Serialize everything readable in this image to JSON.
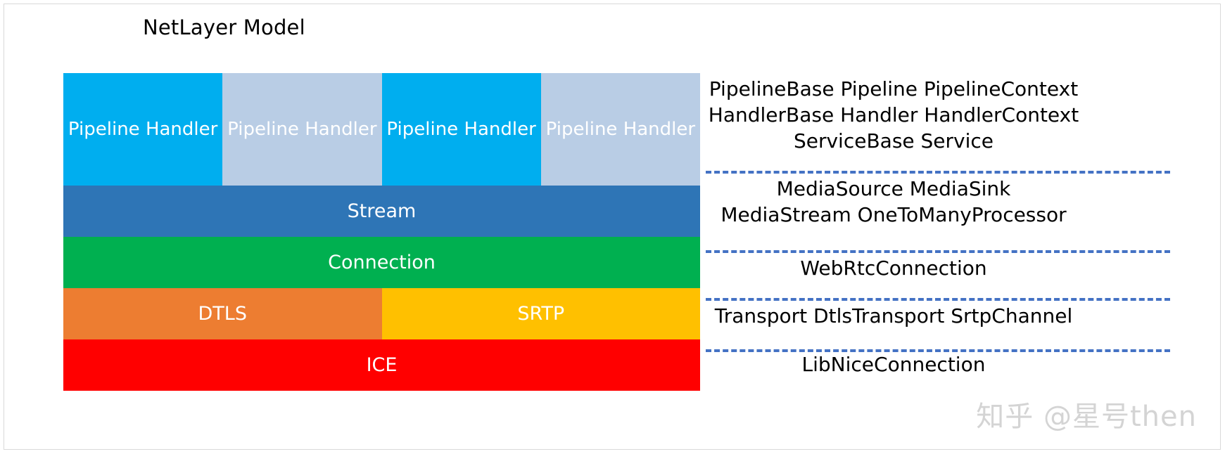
{
  "diagram": {
    "title": "NetLayer Model",
    "layers": [
      {
        "id": "pipeline-handler-row",
        "type": "split",
        "cells": [
          {
            "label": "Pipeline\nHandler",
            "color": "#00AEEF"
          },
          {
            "label": "Pipeline\nHandler",
            "color": "#B9CDE5"
          },
          {
            "label": "Pipeline\nHandler",
            "color": "#00AEEF"
          },
          {
            "label": "Pipeline\nHandler",
            "color": "#B9CDE5"
          }
        ]
      },
      {
        "id": "stream-band",
        "type": "band",
        "label": "Stream",
        "color": "#2E75B6"
      },
      {
        "id": "connection-band",
        "type": "band",
        "label": "Connection",
        "color": "#00B050"
      },
      {
        "id": "dtls-srtp-row",
        "type": "split",
        "cells": [
          {
            "label": "DTLS",
            "color": "#ED7D31"
          },
          {
            "label": "SRTP",
            "color": "#FFC000"
          }
        ]
      },
      {
        "id": "ice-band",
        "type": "band",
        "label": "ICE",
        "color": "#FF0000"
      }
    ],
    "handler_cells": {
      "c1": "Pipeline",
      "c1b": "Handler",
      "c2": "Pipeline",
      "c2b": "Handler",
      "c3": "Pipeline",
      "c3b": "Handler",
      "c4": "Pipeline",
      "c4b": "Handler"
    },
    "band_labels": {
      "stream": "Stream",
      "connection": "Connection",
      "dtls": "DTLS",
      "srtp": "SRTP",
      "ice": "ICE"
    },
    "annotations": {
      "pipeline": {
        "line1": "PipelineBase Pipeline PipelineContext",
        "line2": "HandlerBase Handler HandlerContext",
        "line3": "ServiceBase Service"
      },
      "media": {
        "line1": "MediaSource MediaSink",
        "line2": "MediaStream OneToManyProcessor"
      },
      "webrtc": {
        "line1": "WebRtcConnection"
      },
      "transport": {
        "line1": "Transport DtlsTransport SrtpChannel"
      },
      "libnice": {
        "line1": "LibNiceConnection"
      }
    },
    "divider_color": "#4472C4",
    "watermark": "知乎 @星号then"
  }
}
